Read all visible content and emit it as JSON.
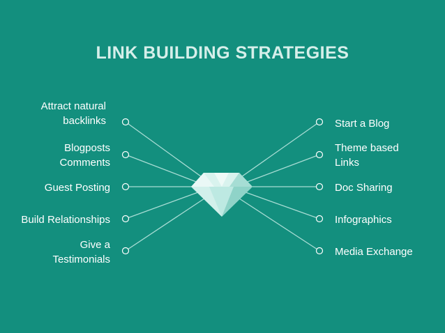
{
  "title": "LINK BUILDING STRATEGIES",
  "colors": {
    "background": "#138f7e",
    "title": "#d6efea",
    "connector": "#a9ddd5",
    "diamond_light": "#e3f6f3",
    "diamond_mid": "#bde9e2",
    "diamond_dark": "#8fd3c8"
  },
  "center_icon": "diamond-icon",
  "left_items": [
    {
      "line1": "Attract natural",
      "line2": "backlinks"
    },
    {
      "line1": "Blogposts",
      "line2": "Comments"
    },
    {
      "line1": "Guest Posting",
      "line2": ""
    },
    {
      "line1": "Build Relationships",
      "line2": ""
    },
    {
      "line1": "Give a",
      "line2": "Testimonials"
    }
  ],
  "right_items": [
    {
      "line1": "Start a Blog",
      "line2": ""
    },
    {
      "line1": "Theme based",
      "line2": "Links"
    },
    {
      "line1": "Doc Sharing",
      "line2": ""
    },
    {
      "line1": "Infographics",
      "line2": ""
    },
    {
      "line1": "Media Exchange",
      "line2": ""
    }
  ]
}
